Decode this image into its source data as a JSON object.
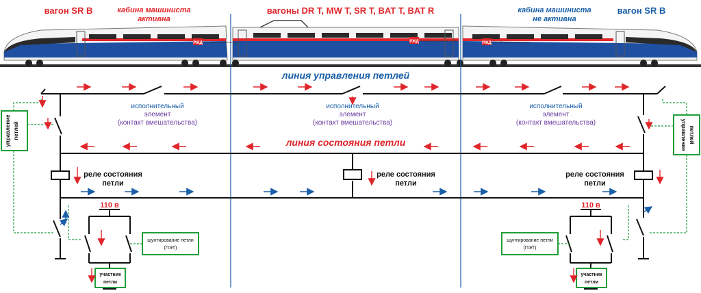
{
  "train": {
    "left_car": "вагон SR B",
    "left_cab_line1": "кабина машиниста",
    "left_cab_line2": "активна",
    "middle_cars": "вагоны DR T, MW T, SR T, BAT T, BAT R",
    "right_cab_line1": "кабина машиниста",
    "right_cab_line2": "не активна",
    "right_car": "вагон SR B",
    "logo_text": "РЖД",
    "logo_subtitle": "Российские железные дороги"
  },
  "buses": {
    "control_line": "линия   управления   петлей",
    "state_line": "линия   состояния   петли"
  },
  "element_label": {
    "line1": "исполнительный",
    "line2": "элемент",
    "line3": "(контакт вмешательства)"
  },
  "relay_label": {
    "line1": "реле состояния",
    "line2": "петли"
  },
  "control_box_label": {
    "line1": "управление",
    "line2": "петлей"
  },
  "voltage": "110 в",
  "shunt_label": {
    "line1": "шунтирование петли",
    "line2": "(ПЭТ)"
  },
  "participant_label": {
    "line1": "участник",
    "line2": "петли"
  },
  "colors": {
    "red": "#e0262b",
    "blue": "#1a5fa8",
    "green": "#1f9e3a",
    "line": "#111111"
  }
}
